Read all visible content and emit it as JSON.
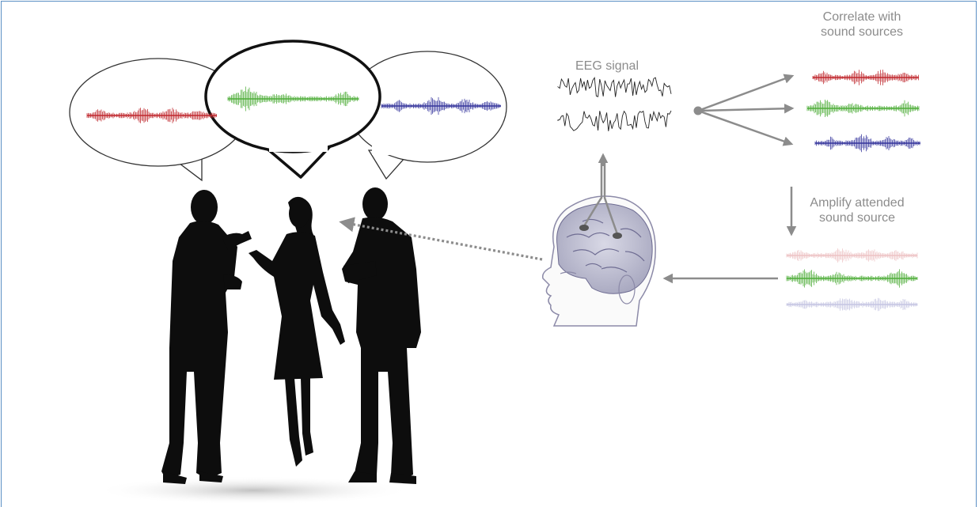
{
  "labels": {
    "eeg": "EEG signal",
    "correlate": "Correlate with\nsound sources",
    "amplify": "Amplify attended\nsound source"
  },
  "colors": {
    "frame": "#5b8fc4",
    "arrow": "#8c8c8c",
    "speaker_1": "#c0282d",
    "speaker_2": "#4fae3a",
    "speaker_3": "#33339b",
    "label": "#8c8c8c"
  },
  "icons": [
    "speech-bubble-icon",
    "person-silhouette-icon",
    "brain-head-icon",
    "eeg-electrode-icon",
    "waveform-icon"
  ]
}
